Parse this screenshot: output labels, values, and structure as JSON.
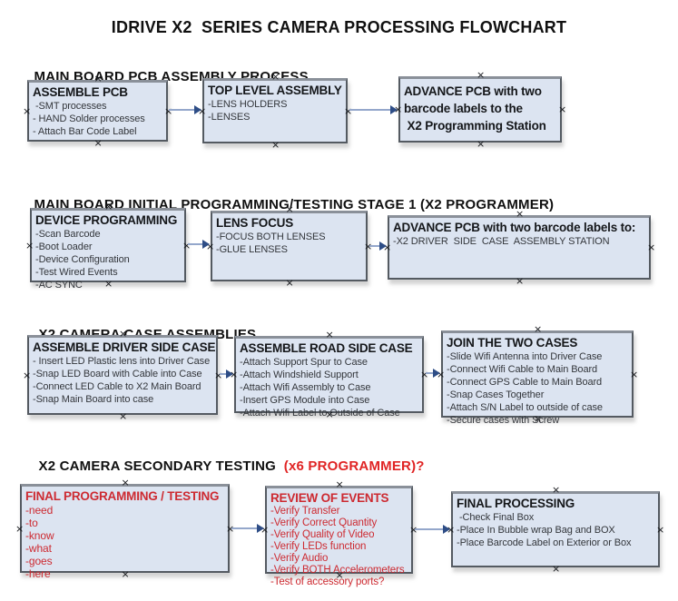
{
  "title": "IDRIVE X2  SERIES CAMERA PROCESSING FLOWCHART",
  "colors": {
    "box_fill": "#dce4f1",
    "box_border": "#545a61",
    "arrow_line": "#94a7cb",
    "arrow_head": "#2e4d86",
    "red_text": "#cd2a31",
    "header_red": "#e02424",
    "text": "#15171a"
  },
  "icons": {
    "anchor_glyph": "×",
    "arrowhead": "triangle-right"
  },
  "sections": [
    {
      "header": "MAIN BOARD PCB ASSEMBLY PROCESS",
      "header_suffix": "",
      "boxes": [
        {
          "title": "ASSEMBLE PCB",
          "lines": [
            " -SMT processes",
            "- HAND Solder processes",
            "- Attach Bar Code Label"
          ]
        },
        {
          "title": "TOP LEVEL ASSEMBLY",
          "lines": [
            "-LENS HOLDERS",
            "-LENSES"
          ]
        },
        {
          "title": "",
          "lines": [
            "ADVANCE PCB with two",
            "barcode labels to the",
            " X2 Programming Station"
          ]
        }
      ]
    },
    {
      "header": "MAIN BOARD INITIAL PROGRAMMING/TESTING STAGE 1 (X2 PROGRAMMER)",
      "header_suffix": "",
      "boxes": [
        {
          "title": "DEVICE PROGRAMMING",
          "lines": [
            "-Scan Barcode",
            "-Boot Loader",
            "-Device Configuration",
            "-Test Wired Events",
            "-AC SYNC"
          ]
        },
        {
          "title": "LENS FOCUS",
          "lines": [
            "-FOCUS BOTH LENSES",
            "-GLUE LENSES"
          ]
        },
        {
          "title": "ADVANCE PCB with two barcode labels to:",
          "lines": [
            "-X2 DRIVER  SIDE  CASE  ASSEMBLY STATION"
          ]
        }
      ]
    },
    {
      "header": "X2 CAMERA CASE ASSEMBLIES",
      "header_suffix": "",
      "boxes": [
        {
          "title": "ASSEMBLE DRIVER SIDE CASE",
          "lines": [
            "- Insert LED Plastic lens into Driver Case",
            "-Snap LED Board with Cable into Case",
            "-Connect LED Cable to X2 Main Board",
            "-Snap Main Board into case"
          ]
        },
        {
          "title": "ASSEMBLE ROAD SIDE CASE",
          "lines": [
            "-Attach Support Spur to Case",
            "-Attach Windshield Support",
            "-Attach Wifi Assembly to Case",
            "-Insert GPS Module into Case",
            "-Attach Wifi Label to Outside of Case"
          ]
        },
        {
          "title": "JOIN THE TWO CASES",
          "lines": [
            "-Slide Wifi Antenna into Driver Case",
            "-Connect Wifi Cable to Main Board",
            "-Connect GPS Cable to Main Board",
            "-Snap Cases Together",
            "-Attach S/N Label to outside of case",
            "-Secure cases with Screw"
          ]
        }
      ]
    },
    {
      "header": "X2 CAMERA SECONDARY TESTING  ",
      "header_suffix": "(x6 PROGRAMMER)?",
      "boxes": [
        {
          "title": "FINAL PROGRAMMING / TESTING",
          "lines": [
            "-need",
            "-to",
            "-know",
            "-what",
            "-goes",
            "-here"
          ]
        },
        {
          "title": "REVIEW OF EVENTS",
          "lines": [
            "-Verify Transfer",
            "-Verify Correct Quantity",
            "-Verify Quality of Video",
            "-Verify LEDs function",
            "-Verify Audio",
            "-Verify BOTH Accelerometers",
            "-Test of accessory ports?"
          ]
        },
        {
          "title": "FINAL PROCESSING",
          "lines": [
            " -Check Final Box",
            "-Place In Bubble wrap Bag and BOX",
            "-Place Barcode Label on Exterior or Box"
          ]
        }
      ]
    }
  ]
}
